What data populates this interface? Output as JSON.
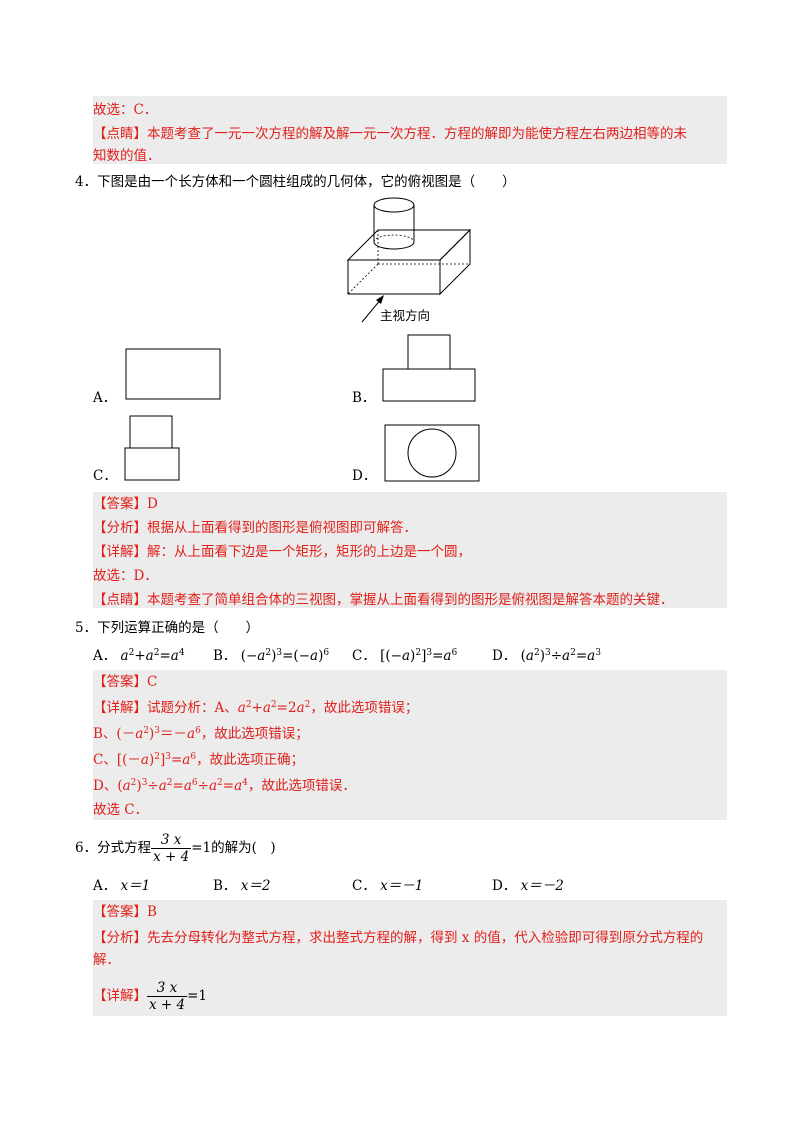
{
  "q3_tail": {
    "choice": "故选：C．",
    "comment_tag": "【点睛】",
    "comment_1": "本题考查了一元一次方程的解及解一元一次方程．方程的解即为能使方程左右两边相等的未",
    "comment_2": "知数的值．"
  },
  "q4": {
    "number": "4．",
    "stem": "下图是由一个长方体和一个圆柱组成的几何体，它的俯视图是（　　）",
    "direction_label": "主视方向",
    "options": {
      "a": "A．",
      "b": "B．",
      "c": "C．",
      "d": "D．"
    },
    "answer_tag": "【答案】",
    "answer": "D",
    "analysis_tag": "【分析】",
    "analysis": "根据从上面看得到的图形是俯视图即可解答．",
    "detail_tag": "【详解】",
    "detail": "解：从上面看下边是一个矩形，矩形的上边是一个圆，",
    "choice": "故选：D．",
    "comment_tag": "【点睛】",
    "comment": "本题考查了简单组合体的三视图，掌握从上面看得到的图形是俯视图是解答本题的关键．"
  },
  "q5": {
    "number": "5．",
    "stem": "下列运算正确的是（　　）",
    "options": {
      "a": "A．",
      "b": "B．",
      "c": "C．",
      "d": "D．"
    },
    "answer_tag": "【答案】",
    "answer": "C",
    "detail_tag": "【详解】",
    "detail_intro": "试题分析：A、",
    "detail_a_tail": "，故此选项错误；",
    "line_b_prefix": "B、",
    "line_b_tail": "，故此选项错误；",
    "line_c_prefix": "C、",
    "line_c_tail": "，故此选项正确；",
    "line_d_prefix": "D、",
    "line_d_tail": "，故此选项错误．",
    "choice": "故选 C．"
  },
  "q6": {
    "number": "6．",
    "stem_prefix": "分式方程",
    "stem_suffix": "的解为(　)",
    "options": {
      "a": "A．",
      "a_val": "x＝1",
      "b": "B．",
      "b_val": "x＝2",
      "c": "C．",
      "c_val": "x＝－1",
      "d": "D．",
      "d_val": "x＝－2"
    },
    "answer_tag": "【答案】",
    "answer": "B",
    "analysis_tag": "【分析】",
    "analysis_1": "先去分母转化为整式方程，求出整式方程的解，得到 x 的值，代入检验即可得到原分式方程的",
    "analysis_2": "解．",
    "detail_tag": "【详解】"
  }
}
